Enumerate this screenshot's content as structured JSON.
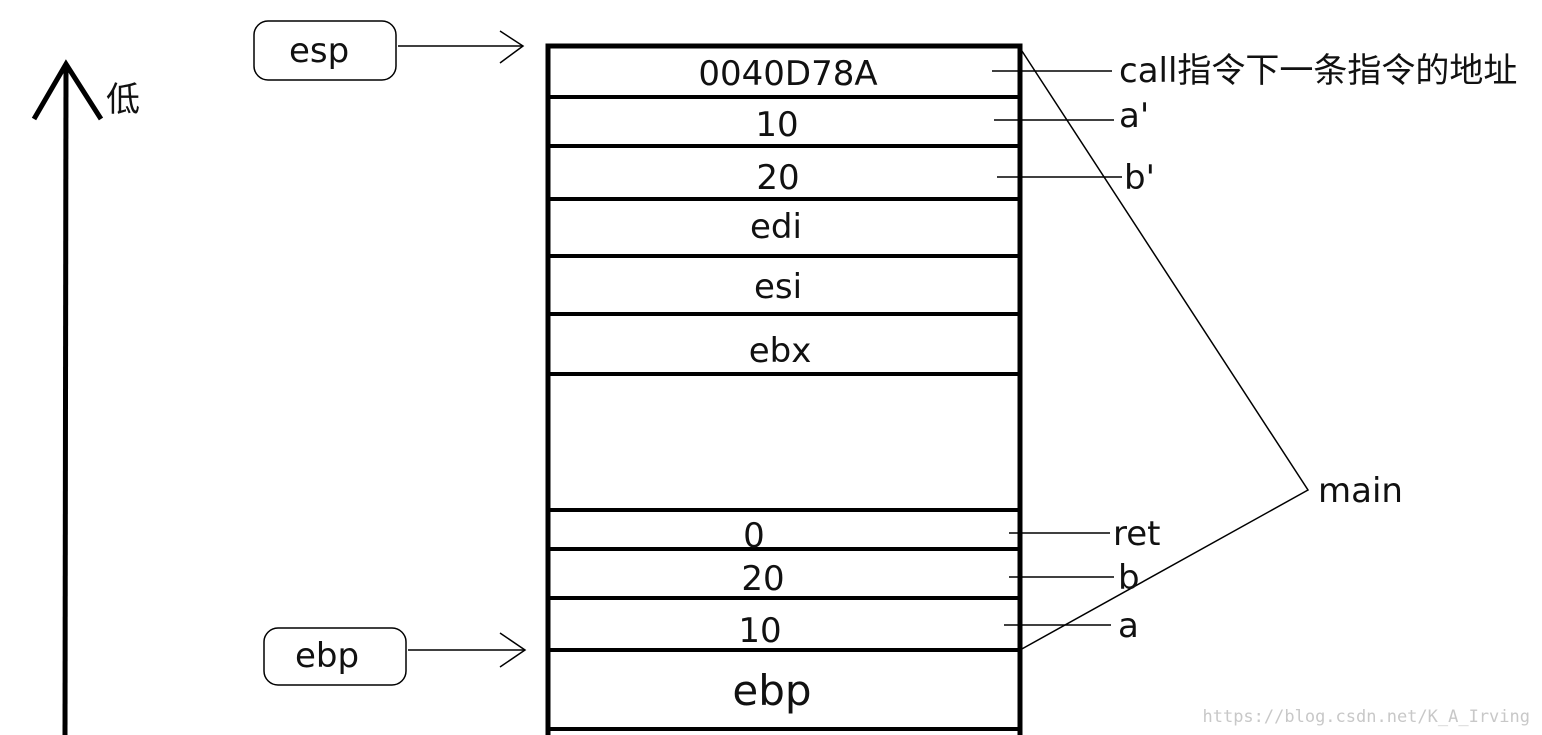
{
  "axis": {
    "label": "低"
  },
  "pointers": {
    "esp": "esp",
    "ebp": "ebp"
  },
  "stack": {
    "cells": [
      {
        "id": "ret-addr",
        "value": "0040D78A"
      },
      {
        "id": "a-prime",
        "value": "10"
      },
      {
        "id": "b-prime",
        "value": "20"
      },
      {
        "id": "edi",
        "value": "edi"
      },
      {
        "id": "esi",
        "value": "esi"
      },
      {
        "id": "ebx",
        "value": "ebx"
      },
      {
        "id": "blank",
        "value": ""
      },
      {
        "id": "ret",
        "value": "0"
      },
      {
        "id": "b",
        "value": "20"
      },
      {
        "id": "a",
        "value": "10"
      },
      {
        "id": "ebp",
        "value": "ebp"
      }
    ]
  },
  "labels": {
    "call_next": "call指令下一条指令的地址",
    "a_prime": "a'",
    "b_prime": "b'",
    "ret": "ret",
    "b": "b",
    "a": "a",
    "main": "main"
  },
  "watermark": "https://blog.csdn.net/K_A_Irving"
}
